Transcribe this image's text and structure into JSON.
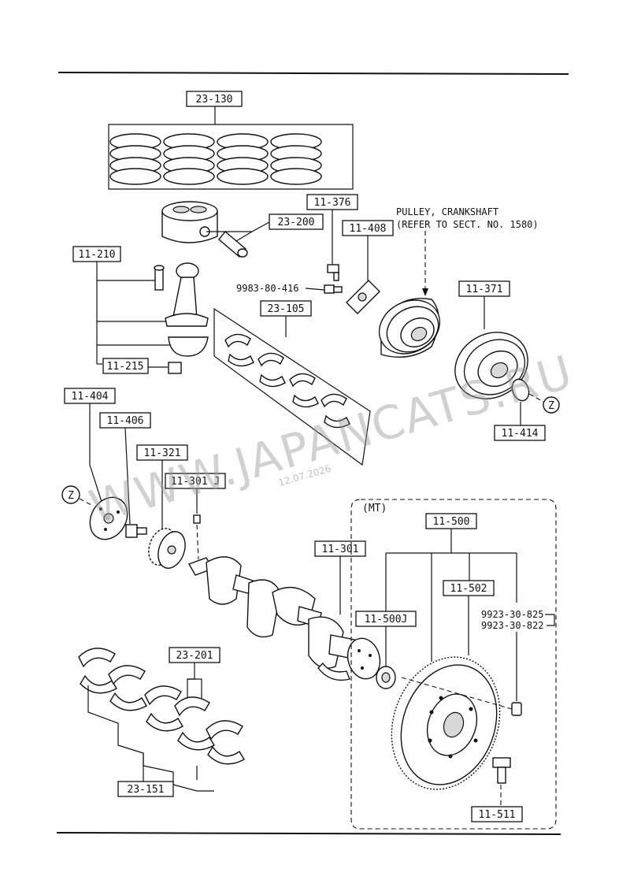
{
  "labels": {
    "rings_set": "23-130",
    "piston": "23-200",
    "conrod_assy": "11-210",
    "conrod_nut": "11-215",
    "conrod_bearing": "23-105",
    "pulley_bolt": "11-376",
    "pulley_washer": "11-408",
    "pulley_bolt_part": "9983-80-416",
    "pulley_note_line1": "PULLEY, CRANKSHAFT",
    "pulley_note_line2": "(REFER TO SECT. NO. 1580)",
    "pulley_2": "11-371",
    "pulley_key": "11-414",
    "z_right": "Z",
    "plate": "11-404",
    "sprocket_bolt": "11-406",
    "timing_gear": "11-321",
    "key": "11-301 J",
    "z_left": "Z",
    "crankshaft": "11-301",
    "mt": "(MT)",
    "flywheel_assy": "11-500",
    "ring_gear": "11-502",
    "pilot_bearing": "11-500J",
    "flywheel_bolt": "11-511",
    "dowel_pin_a": "9923-30-825",
    "dowel_pin_b": "9923-30-822",
    "thrust_bearing": "23-201",
    "main_bearing": "23-151"
  },
  "watermark": {
    "site": "WWW.JAPANCATS.RU",
    "date": "12.07.2026"
  }
}
